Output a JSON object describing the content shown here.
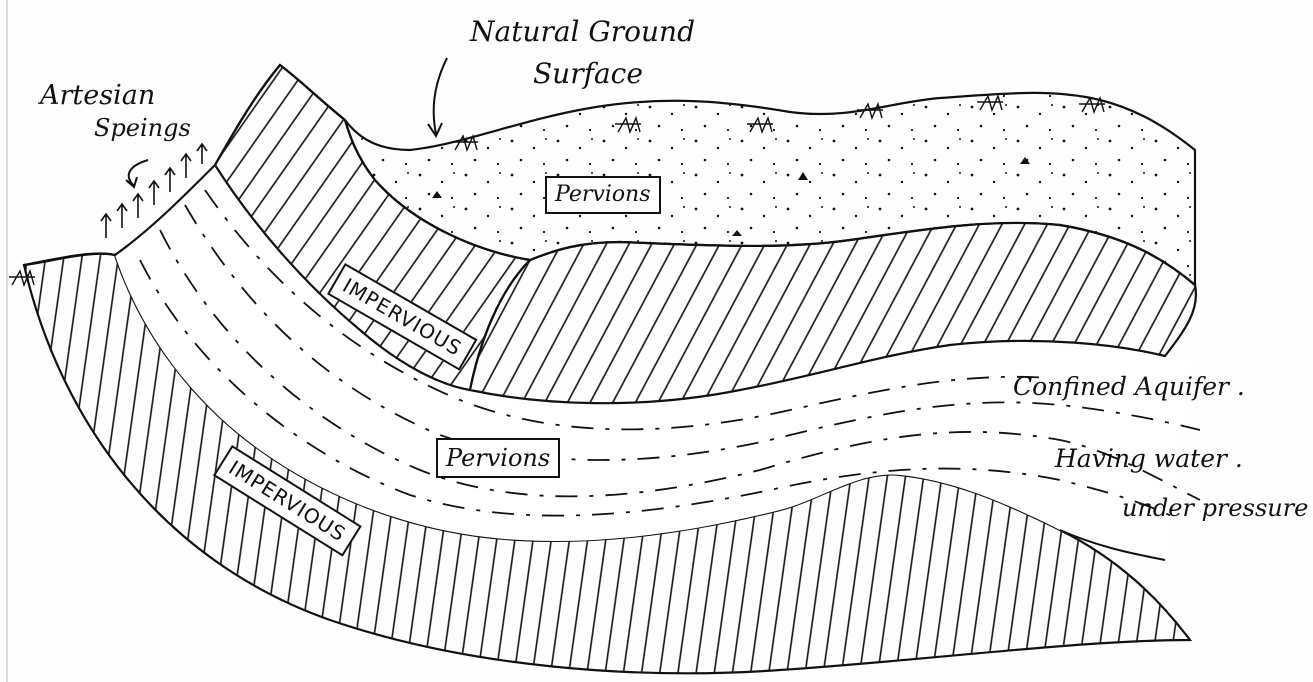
{
  "labels": {
    "natural_ground_line1": "Natural Ground",
    "natural_ground_line2": "Surface",
    "artesian_line1": "Artesian",
    "artesian_line2": "Speings",
    "pervious_top": "Pervions",
    "impervious_upper": "IMPERVIOUS",
    "pervious_middle": "Pervions",
    "impervious_lower": "IMPERVIOUS",
    "confined_line1": "Confined Aquifer .",
    "confined_line2": "Having water .",
    "confined_line3": "under pressure"
  },
  "colors": {
    "ink": "#111111",
    "paper": "#fefefe",
    "margin_line": "#d6d9e6"
  }
}
